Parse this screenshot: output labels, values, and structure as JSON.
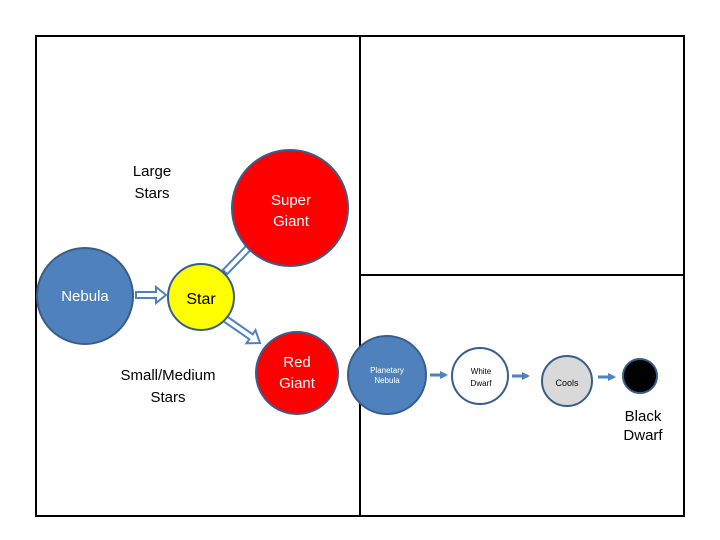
{
  "labels": {
    "large_stars": [
      "Large",
      "Stars"
    ],
    "small_medium_stars": [
      "Small/Medium",
      "Stars"
    ],
    "black_dwarf": [
      "Black",
      "Dwarf"
    ]
  },
  "nodes": {
    "nebula": {
      "label": [
        "Nebula"
      ],
      "fill": "#4f81bd"
    },
    "star": {
      "label": [
        "Star"
      ],
      "fill": "#ffff00"
    },
    "super_giant": {
      "label": [
        "Super",
        "Giant"
      ],
      "fill": "#ff0000"
    },
    "red_giant": {
      "label": [
        "Red",
        "Giant"
      ],
      "fill": "#ff0000"
    },
    "planetary_nebula": {
      "label": [
        "Planetary",
        "Nebula"
      ],
      "fill": "#4f81bd"
    },
    "white_dwarf": {
      "label": [
        "White",
        "Dwarf"
      ],
      "fill": "#ffffff"
    },
    "cools": {
      "label": [
        "Cools"
      ],
      "fill": "#d9d9d9"
    },
    "black_dwarf": {
      "label": [],
      "fill": "#000000"
    }
  },
  "colors": {
    "node_stroke": "#385d8a",
    "arrow_fill": "#ffffff",
    "arrow_stroke": "#4f81bd",
    "flow_arrow": "#4f81bd",
    "grid": "#000000"
  }
}
